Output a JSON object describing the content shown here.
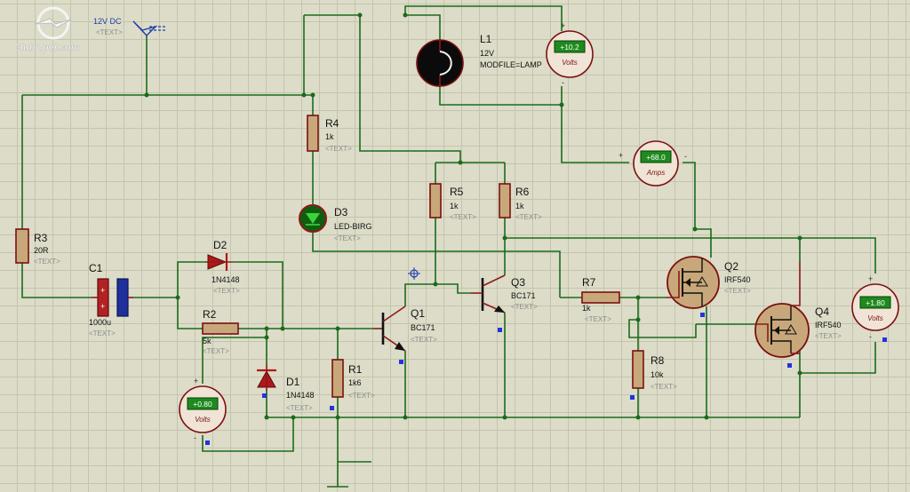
{
  "logo": {
    "text": "ClubOpel.com"
  },
  "supply": {
    "label": "12V DC",
    "text": "<TEXT>"
  },
  "components": {
    "R3": {
      "ref": "R3",
      "value": "20R",
      "text": "<TEXT>"
    },
    "C1": {
      "ref": "C1",
      "value": "1000u",
      "text": "<TEXT>"
    },
    "D2": {
      "ref": "D2",
      "value": "1N4148",
      "text": "<TEXT>"
    },
    "R2": {
      "ref": "R2",
      "value": "5k",
      "text": "<TEXT>"
    },
    "D1": {
      "ref": "D1",
      "value": "1N4148",
      "text": "<TEXT>"
    },
    "R1": {
      "ref": "R1",
      "value": "1k6",
      "text": "<TEXT>"
    },
    "R4": {
      "ref": "R4",
      "value": "1k",
      "text": "<TEXT>"
    },
    "D3": {
      "ref": "D3",
      "value": "LED-BIRG",
      "text": "<TEXT>"
    },
    "L1": {
      "ref": "L1",
      "value": "12V",
      "model": "MODFILE=LAMP"
    },
    "R5": {
      "ref": "R5",
      "value": "1k",
      "text": "<TEXT>"
    },
    "R6": {
      "ref": "R6",
      "value": "1k",
      "text": "<TEXT>"
    },
    "Q1": {
      "ref": "Q1",
      "value": "BC171",
      "text": "<TEXT>"
    },
    "Q3": {
      "ref": "Q3",
      "value": "BC171",
      "text": "<TEXT>"
    },
    "R7": {
      "ref": "R7",
      "value": "1k",
      "text": "<TEXT>"
    },
    "R8": {
      "ref": "R8",
      "value": "10k",
      "text": "<TEXT>"
    },
    "Q2": {
      "ref": "Q2",
      "value": "IRF540",
      "text": "<TEXT>"
    },
    "Q4": {
      "ref": "Q4",
      "value": "IRF540",
      "text": "<TEXT>"
    }
  },
  "meters": {
    "V_lamp": {
      "reading": "+10.2",
      "unit": "Volts"
    },
    "A_main": {
      "reading": "+68.0",
      "unit": "Amps"
    },
    "V_q4": {
      "reading": "+1.80",
      "unit": "Volts"
    },
    "V_d1": {
      "reading": "+0.80",
      "unit": "Volts"
    }
  },
  "pins": {
    "plus": "+",
    "minus": "-"
  },
  "colors": {
    "wire": "#1b6b1b",
    "component": "#7a1010",
    "meter_display": "#1d8b1d",
    "background": "#dcdcc8",
    "probe": "#2233dd"
  }
}
